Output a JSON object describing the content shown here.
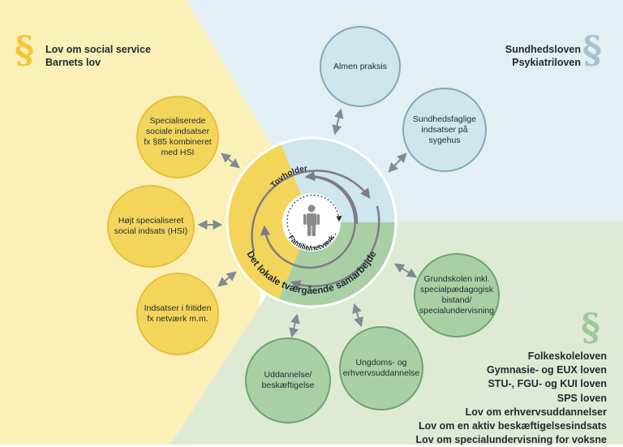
{
  "colors": {
    "yellow_bg": "#fbf0b8",
    "blue_bg": "#e2eff4",
    "green_bg": "#dfead5",
    "yellow_node": "#f4d55c",
    "blue_node": "#cfe6ee",
    "green_node": "#a9d0a5",
    "arrow": "#7c8c95"
  },
  "laws": {
    "social": [
      "Lov om social service",
      "Barnets lov"
    ],
    "health": [
      "Sundhedsloven",
      "Psykiatriloven"
    ],
    "education": [
      "Folkeskoleloven",
      "Gymnasie- og EUX loven",
      "STU-, FGU- og KUI loven",
      "SPS loven",
      "Lov om erhvervsuddannelser",
      "Lov om en aktiv beskæftigelsesindsats",
      "Lov om specialundervisning for voksne"
    ],
    "paragraph_symbol": "§"
  },
  "center": {
    "person_icon": "person-icon",
    "inner_label": "Familie/netværk",
    "coordinator_label": "Tovholder",
    "ring_label": "Det lokale tværgående samarbejde"
  },
  "nodes": {
    "specialized": "Specialiserede sociale indsatser fx §85 kombineret med HSI",
    "hsi": "Højt specialiseret social indsats (HSI)",
    "leisure": "Indsatser i fritiden fx netværk m.m.",
    "gp": "Almen praksis",
    "hospital": "Sundhedsfaglige indsatser på sygehus",
    "school": "Grundskolen inkl. specialpædagogisk bistand/ specialundervisning",
    "youth_edu": "Ungdoms- og erhvervsuddannelse",
    "edu_employment": "Uddannelse/ beskæftigelse"
  }
}
